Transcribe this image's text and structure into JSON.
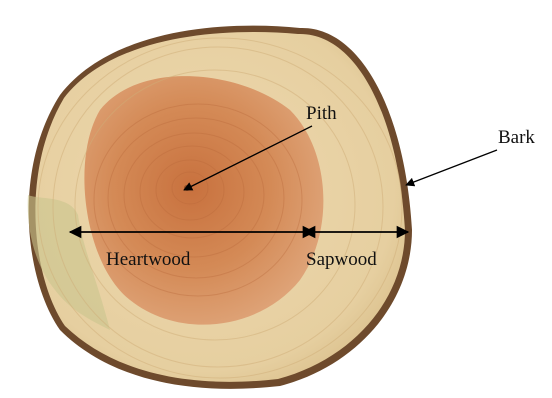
{
  "labels": {
    "pith": "Pith",
    "bark": "Bark",
    "heartwood": "Heartwood",
    "sapwood": "Sapwood"
  },
  "colors": {
    "bark": "#6e4a2c",
    "sapwood": "#e7d0a2",
    "heartwood": "#d58c58",
    "heartwood_center": "#c06e3d",
    "arrow": "#000000"
  }
}
